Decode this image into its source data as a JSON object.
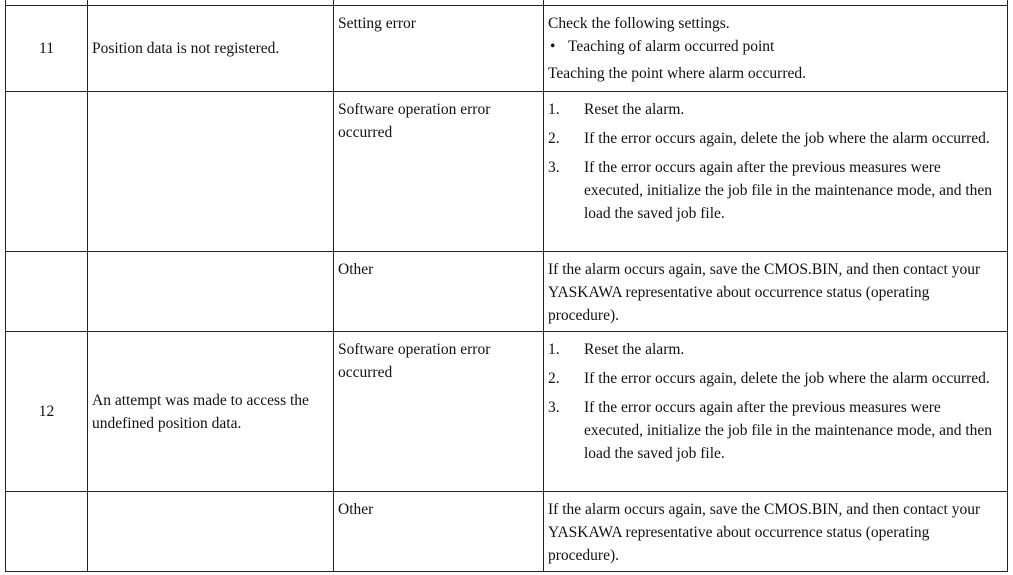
{
  "rows": [
    {
      "no": "11",
      "message": "Position data is not registered.",
      "causes": [
        {
          "cause": "Setting error",
          "remedy": {
            "intro": "Check the following settings.",
            "bullets": [
              "Teaching of alarm occurred point"
            ],
            "after": "Teaching the point where alarm occurred."
          }
        },
        {
          "cause": "Software operation error occurred",
          "remedy": {
            "steps": [
              {
                "n": "1.",
                "t": "Reset the alarm."
              },
              {
                "n": "2.",
                "t": "If the error occurs again, delete the job where the alarm occurred."
              },
              {
                "n": "3.",
                "t": "If the error occurs again after the previous measures were executed, initialize the job file in the maintenance mode, and then load the saved job file."
              }
            ]
          }
        },
        {
          "cause": "Other",
          "remedy": {
            "text": "If the alarm occurs again, save the CMOS.BIN, and then contact your YASKAWA representative about occurrence status (operating procedure)."
          }
        }
      ]
    },
    {
      "no": "12",
      "message": "An attempt was made to access the undefined position data.",
      "causes": [
        {
          "cause": "Software operation error occurred",
          "remedy": {
            "steps": [
              {
                "n": "1.",
                "t": "Reset the alarm."
              },
              {
                "n": "2.",
                "t": "If the error occurs again, delete the job where the alarm occurred."
              },
              {
                "n": "3.",
                "t": "If the error occurs again after the previous measures were executed, initialize the job file in the maintenance mode, and then load the saved job file."
              }
            ]
          }
        },
        {
          "cause": "Other",
          "remedy": {
            "text": "If the alarm occurs again, save the CMOS.BIN, and then contact your YASKAWA representative about occurrence status (operating procedure)."
          }
        }
      ]
    }
  ]
}
